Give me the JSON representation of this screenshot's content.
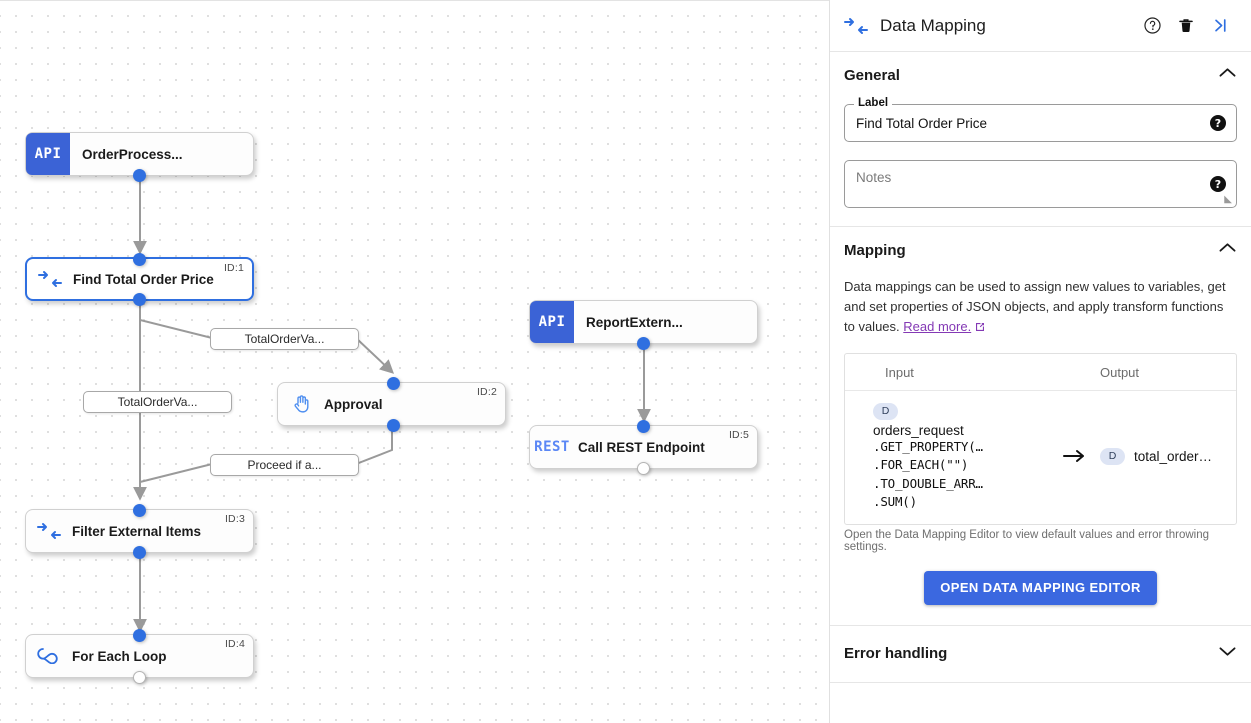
{
  "canvas": {
    "nodes": [
      {
        "id": "orderprocess",
        "badge": "API",
        "label": "OrderProcess...",
        "id_text": ""
      },
      {
        "id": "find-total-order-price",
        "icon": "data-mapping-icon",
        "label": "Find Total Order Price",
        "id_text": "ID:1"
      },
      {
        "id": "approval",
        "icon": "hand-icon",
        "label": "Approval",
        "id_text": "ID:2"
      },
      {
        "id": "filter-external-items",
        "icon": "data-mapping-icon",
        "label": "Filter External Items",
        "id_text": "ID:3"
      },
      {
        "id": "for-each-loop",
        "icon": "infinity-icon",
        "label": "For Each Loop",
        "id_text": "ID:4"
      },
      {
        "id": "reportextern",
        "badge": "API",
        "label": "ReportExtern...",
        "id_text": ""
      },
      {
        "id": "call-rest-endpoint",
        "badge": "REST",
        "label": "Call REST Endpoint",
        "id_text": "ID:5"
      }
    ],
    "edge_labels": [
      {
        "id": "edge-label-1",
        "text": "TotalOrderVa..."
      },
      {
        "id": "edge-label-2",
        "text": "TotalOrderVa..."
      },
      {
        "id": "edge-label-3",
        "text": "Proceed if a..."
      }
    ]
  },
  "panel": {
    "title": "Data Mapping",
    "header_icons": {
      "help": "help-circle-icon",
      "delete": "trash-icon",
      "collapse": "collapse-panel-icon"
    },
    "general": {
      "title": "General",
      "label_legend": "Label",
      "label_value": "Find Total Order Price",
      "notes_placeholder": "Notes"
    },
    "mapping": {
      "title": "Mapping",
      "description_before": "Data mappings can be used to assign new values to variables, get and set properties of JSON objects, and apply transform functions to values. ",
      "link_text": "Read more.",
      "columns": {
        "input": "Input",
        "output": "Output"
      },
      "rows": [
        {
          "input_badge": "D",
          "input_var": "orders_request",
          "input_chain": [
            ".GET_PROPERTY(…",
            ".FOR_EACH(\"\")",
            ".TO_DOUBLE_ARR…",
            ".SUM()"
          ],
          "arrow": "→",
          "output_badge": "D",
          "output_var": "total_order…"
        }
      ],
      "table_note": "Open the Data Mapping Editor to view default values and error throwing settings.",
      "button_label": "OPEN DATA MAPPING EDITOR"
    },
    "error_handling": {
      "title": "Error handling"
    }
  },
  "colors": {
    "accent_blue": "#3b68e0",
    "node_badge_blue": "#3b63d6",
    "rest_blue": "#5b87f5",
    "link_purple": "#8439b5",
    "port_blue": "#2f6fe0"
  }
}
